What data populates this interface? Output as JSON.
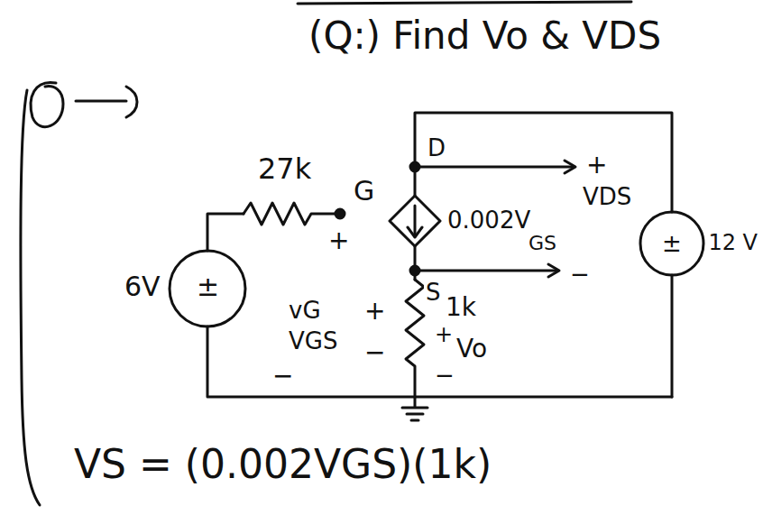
{
  "diagram": {
    "title": "(Q:) Find Vo & VDS",
    "labels": [
      "27k",
      "G",
      "D",
      "+",
      "VDS",
      "0.002V",
      "GS",
      "−",
      "S",
      "+",
      "vG",
      "VGS",
      "+",
      "−",
      "1k",
      "+",
      "Vo",
      "−",
      "6V",
      "±",
      "−",
      "12 V",
      "±",
      "VS = (0.002VGS)(1k)"
    ]
  }
}
